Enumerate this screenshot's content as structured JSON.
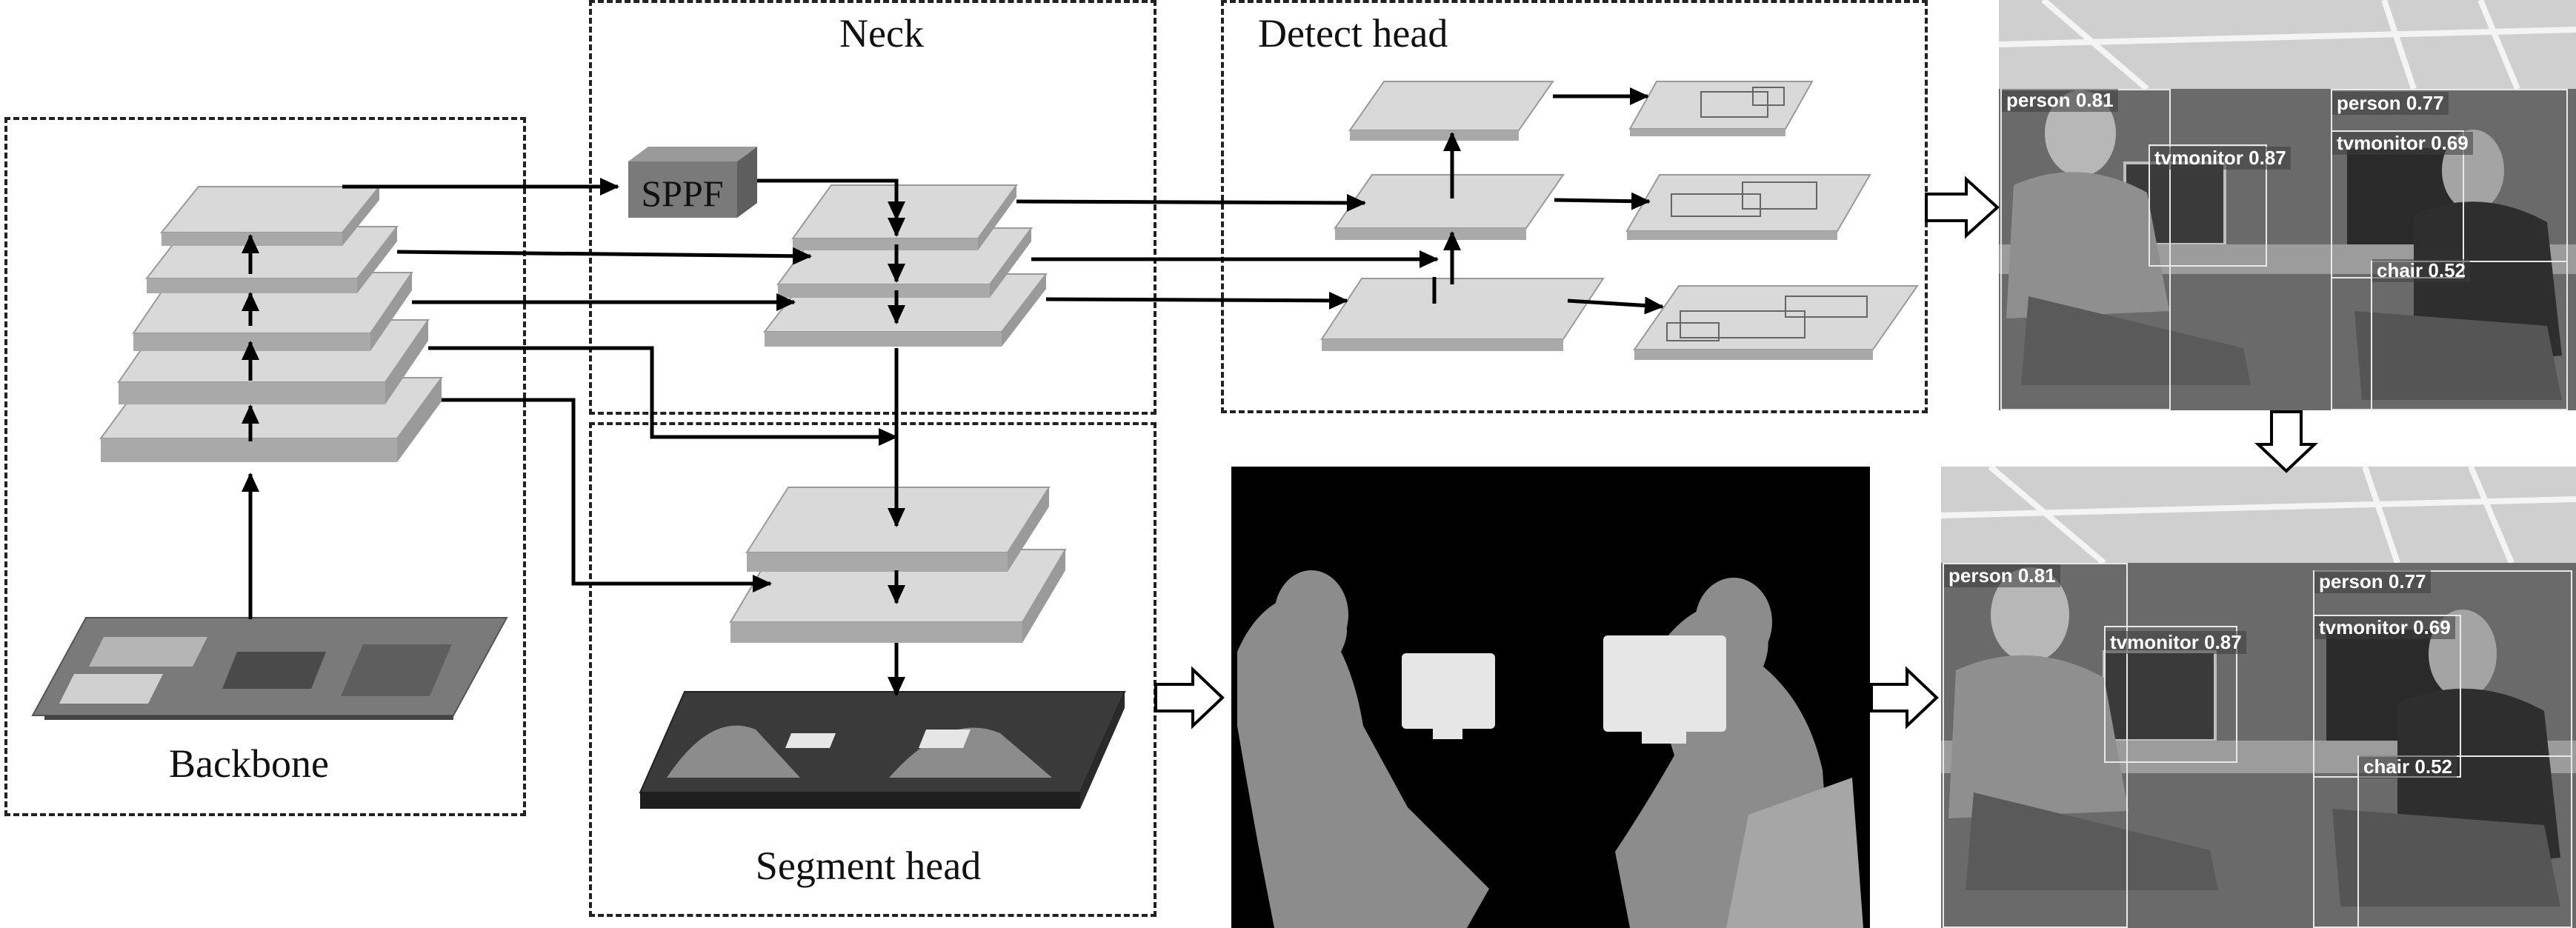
{
  "labels": {
    "neck": "Neck",
    "detect_head": "Detect head",
    "backbone": "Backbone",
    "segment_head": "Segment head",
    "sppf": "SPPF"
  },
  "detections": [
    {
      "cls": "person",
      "score": "0.81"
    },
    {
      "cls": "tvmonitor",
      "score": "0.87"
    },
    {
      "cls": "person",
      "score": "0.77"
    },
    {
      "cls": "tvmonitor",
      "score": "0.69"
    },
    {
      "cls": "chair",
      "score": "0.52"
    }
  ],
  "colors": {
    "layer_top": "#d9d9d9",
    "layer_side": "#a9a9a9",
    "sppf_fill": "#7a7a7a",
    "mask_background": "#000000",
    "person_mask": "#8c8c8c",
    "monitor_mask": "#e6e6e6",
    "chair_mask": "#a6a6a6"
  }
}
